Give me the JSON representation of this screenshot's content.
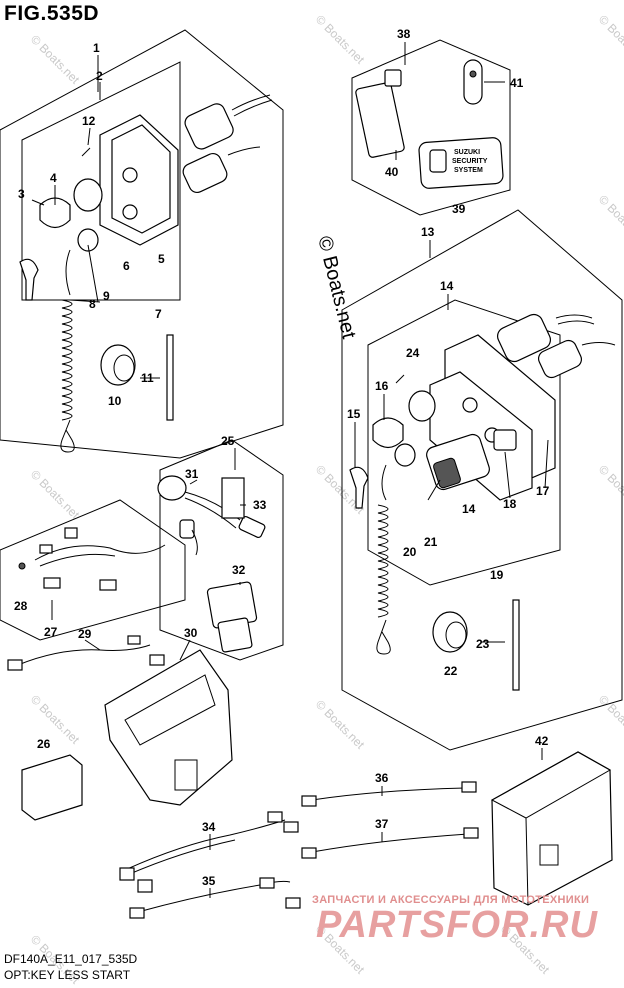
{
  "figure_title": "FIG.535D",
  "footer": {
    "model_code": "DF140A_E11_017_535D",
    "caption": "OPT:KEY LESS START"
  },
  "watermark": {
    "text": "© Boats.net",
    "large_text": "© Boats.net"
  },
  "brand": {
    "tagline": "ЗАПЧАСТИ И АКСЕССУАРЫ ДЛЯ МОТОТЕХНИКИ",
    "name": "PARTSFOR.RU",
    "color": "#e7a0a0"
  },
  "security_label": {
    "line1": "SUZUKI",
    "line2": "SECURITY",
    "line3": "SYSTEM"
  },
  "part_numbers": {
    "p1": "1",
    "p2": "2",
    "p3": "3",
    "p4": "4",
    "p5": "5",
    "p6": "6",
    "p7": "7",
    "p8": "8",
    "p9": "9",
    "p10": "10",
    "p11": "11",
    "p12": "12",
    "p13": "13",
    "p14a": "14",
    "p14b": "14",
    "p15": "15",
    "p16": "16",
    "p17": "17",
    "p18": "18",
    "p19": "19",
    "p20": "20",
    "p21": "21",
    "p22": "22",
    "p23": "23",
    "p24": "24",
    "p25": "25",
    "p26": "26",
    "p27": "27",
    "p28": "28",
    "p29": "29",
    "p30": "30",
    "p31": "31",
    "p32": "32",
    "p33": "33",
    "p34": "34",
    "p35": "35",
    "p36": "36",
    "p37": "37",
    "p38": "38",
    "p39": "39",
    "p40": "40",
    "p41": "41",
    "p42": "42"
  }
}
